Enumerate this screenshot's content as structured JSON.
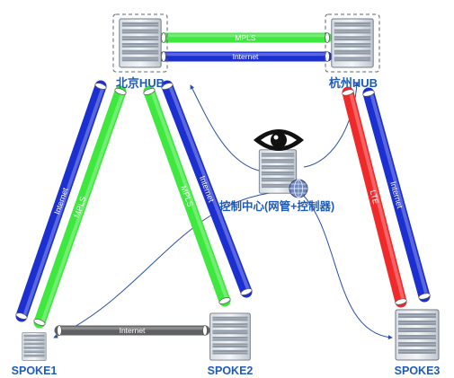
{
  "nodes": {
    "beijing_hub": {
      "label": "北京HUB"
    },
    "hangzhou_hub": {
      "label": "杭州HUB"
    },
    "control_center": {
      "label": "控制中心(网管+控制器)"
    },
    "spoke1": {
      "label": "SPOKE1"
    },
    "spoke2": {
      "label": "SPOKE2"
    },
    "spoke3": {
      "label": "SPOKE3"
    }
  },
  "links": {
    "hub_mpls": "MPLS",
    "hub_internet": "Internet",
    "bj_s1_internet": "Internet",
    "bj_s1_mpls": "MPLS",
    "bj_s2_mpls": "MPLS",
    "bj_s2_internet": "Internet",
    "hz_s3_lte": "LTE",
    "hz_s3_internet": "Internet",
    "s1_s2_internet": "Internet"
  },
  "colors": {
    "internet": "#1c2fd0",
    "mpls": "#3ee83e",
    "lte": "#f02a2a",
    "spoke_internet": "#5f6063",
    "label": "#1f5bb8",
    "server": "#7b8794"
  },
  "icons": {
    "router": "server-rack-icon",
    "monitor": "eye-icon",
    "globe": "globe-icon"
  }
}
